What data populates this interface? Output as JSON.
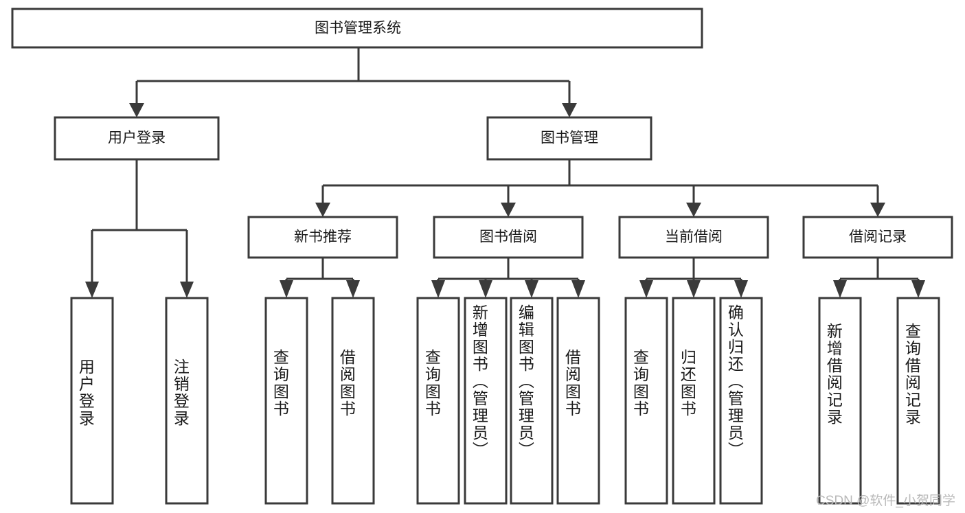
{
  "diagram": {
    "title": "图书管理系统",
    "type": "tree",
    "watermark": "CSDN @软件_小贺同学",
    "root": {
      "label": "图书管理系统"
    },
    "level2": [
      {
        "label": "用户登录"
      },
      {
        "label": "图书管理"
      }
    ],
    "level3": [
      {
        "label": "新书推荐"
      },
      {
        "label": "图书借阅"
      },
      {
        "label": "当前借阅"
      },
      {
        "label": "借阅记录"
      }
    ],
    "leaves": {
      "user_login": [
        {
          "label": "用户登录"
        },
        {
          "label": "注销登录"
        }
      ],
      "new_book": [
        {
          "label": "查询图书"
        },
        {
          "label": "借阅图书"
        }
      ],
      "book_borrow": [
        {
          "label": "查询图书"
        },
        {
          "label": "新增图书（管理员）"
        },
        {
          "label": "编辑图书（管理员）"
        },
        {
          "label": "借阅图书"
        }
      ],
      "current_borrow": [
        {
          "label": "查询图书"
        },
        {
          "label": "归还图书"
        },
        {
          "label": "确认归还（管理员）"
        }
      ],
      "borrow_record": [
        {
          "label": "新增借阅记录"
        },
        {
          "label": "查询借阅记录"
        }
      ]
    }
  },
  "chart_data": {
    "type": "tree",
    "title": "图书管理系统",
    "nodes": [
      {
        "id": "root",
        "label": "图书管理系统",
        "level": 0,
        "parent": null
      },
      {
        "id": "n-user-login",
        "label": "用户登录",
        "level": 1,
        "parent": "root"
      },
      {
        "id": "n-book-mgmt",
        "label": "图书管理",
        "level": 1,
        "parent": "root"
      },
      {
        "id": "n-new-book",
        "label": "新书推荐",
        "level": 2,
        "parent": "n-book-mgmt"
      },
      {
        "id": "n-book-borrow",
        "label": "图书借阅",
        "level": 2,
        "parent": "n-book-mgmt"
      },
      {
        "id": "n-current-borrow",
        "label": "当前借阅",
        "level": 2,
        "parent": "n-book-mgmt"
      },
      {
        "id": "n-borrow-record",
        "label": "借阅记录",
        "level": 2,
        "parent": "n-book-mgmt"
      },
      {
        "id": "l-login",
        "label": "用户登录",
        "level": 2,
        "parent": "n-user-login"
      },
      {
        "id": "l-logout",
        "label": "注销登录",
        "level": 2,
        "parent": "n-user-login"
      },
      {
        "id": "l-nb-query",
        "label": "查询图书",
        "level": 3,
        "parent": "n-new-book"
      },
      {
        "id": "l-nb-borrow",
        "label": "借阅图书",
        "level": 3,
        "parent": "n-new-book"
      },
      {
        "id": "l-bb-query",
        "label": "查询图书",
        "level": 3,
        "parent": "n-book-borrow"
      },
      {
        "id": "l-bb-add",
        "label": "新增图书（管理员）",
        "level": 3,
        "parent": "n-book-borrow"
      },
      {
        "id": "l-bb-edit",
        "label": "编辑图书（管理员）",
        "level": 3,
        "parent": "n-book-borrow"
      },
      {
        "id": "l-bb-borrow",
        "label": "借阅图书",
        "level": 3,
        "parent": "n-book-borrow"
      },
      {
        "id": "l-cb-query",
        "label": "查询图书",
        "level": 3,
        "parent": "n-current-borrow"
      },
      {
        "id": "l-cb-return",
        "label": "归还图书",
        "level": 3,
        "parent": "n-current-borrow"
      },
      {
        "id": "l-cb-confirm",
        "label": "确认归还（管理员）",
        "level": 3,
        "parent": "n-current-borrow"
      },
      {
        "id": "l-br-add",
        "label": "新增借阅记录",
        "level": 3,
        "parent": "n-borrow-record"
      },
      {
        "id": "l-br-query",
        "label": "查询借阅记录",
        "level": 3,
        "parent": "n-borrow-record"
      }
    ],
    "colors": {
      "box_stroke": "#3a3a3a",
      "box_fill": "#ffffff",
      "text": "#1a1a1a",
      "background": "#ffffff",
      "watermark": "#b9b9b9"
    }
  }
}
